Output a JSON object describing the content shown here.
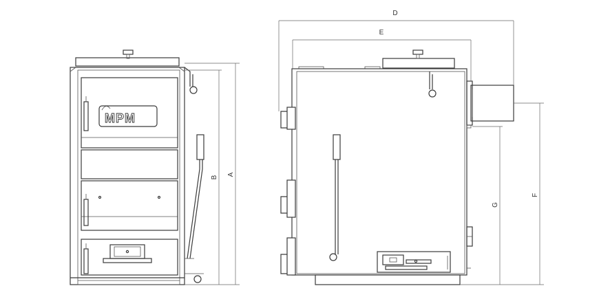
{
  "logo": {
    "text": "MPM"
  },
  "dimensions": {
    "a": "A",
    "b": "B",
    "d": "D",
    "e": "E",
    "f": "F",
    "g": "G"
  }
}
